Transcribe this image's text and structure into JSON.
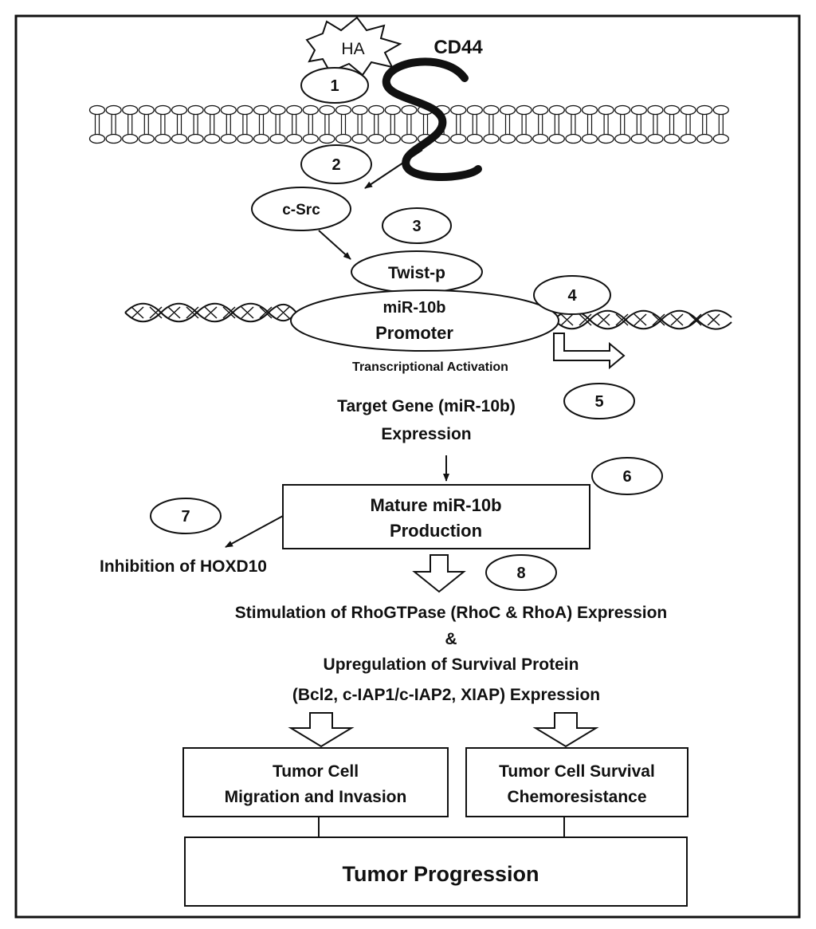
{
  "receptor": {
    "ligand": "HA",
    "receptor": "CD44"
  },
  "steps": [
    "1",
    "2",
    "3",
    "4",
    "5",
    "6",
    "7",
    "8"
  ],
  "nodes": {
    "csrc": "c-Src",
    "twist": "Twist-p",
    "promoter_line1": "miR-10b",
    "promoter_line2": "Promoter",
    "transcription": "Transcriptional  Activation",
    "target_line1": "Target Gene (miR-10b)",
    "target_line2": "Expression",
    "mature_line1": "Mature miR-10b",
    "mature_line2": "Production",
    "hoxd10": "Inhibition of HOXD10",
    "stim_line1": "Stimulation of RhoGTPase (RhoC & RhoA) Expression",
    "stim_line2": "&",
    "stim_line3": "Upregulation of Survival Protein",
    "stim_line4": "(Bcl2, c-IAP1/c-IAP2, XIAP) Expression",
    "migration_line1": "Tumor Cell",
    "migration_line2": "Migration and Invasion",
    "survival_line1": "Tumor Cell Survival",
    "survival_line2": "Chemoresistance",
    "progression": "Tumor Progression"
  }
}
